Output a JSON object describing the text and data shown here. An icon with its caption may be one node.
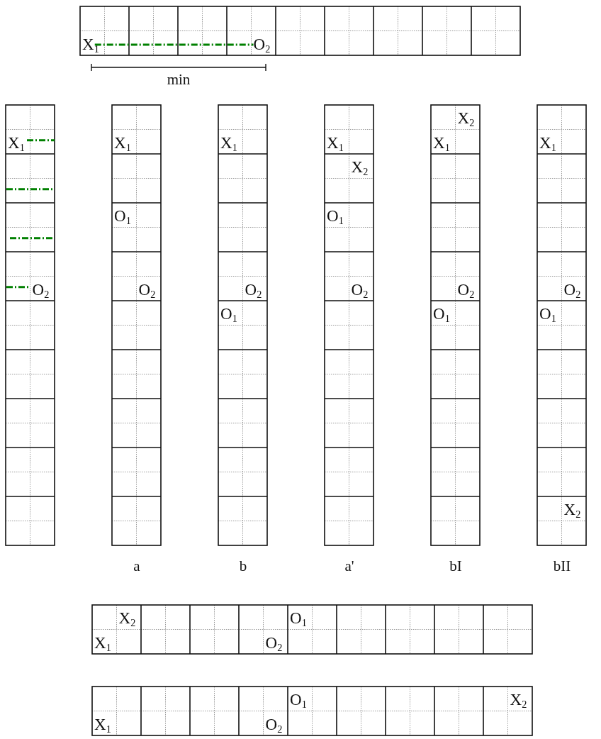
{
  "diagram": {
    "nodes": [
      {
        "text": [
          "X$_{1}$"
        ]
      },
      {
        "text": [
          "O$_{2}$"
        ]
      }
    ],
    "edges": [
      {
        "from": 0,
        "to": 1,
        "arrow": "none",
        "style": "dashed",
        "color": "#008000"
      }
    ],
    "labels": [
      "min",
      "X$_{1}$",
      "O$_{2}$",
      "X$_{1}$",
      "O$_{1}$",
      "O$_{2}$",
      "X$_{1}$",
      "O$_{2}$",
      "O$_{1}$",
      "X$_{1}$",
      "X$_{2}$",
      "O$_{1}$",
      "O$_{2}$",
      "X$_{2}$",
      "X$_{1}$",
      "O$_{2}$",
      "O$_{1}$",
      "X$_{1}$",
      "O$_{2}$",
      "O$_{1}$",
      "X$_{2}$",
      "a",
      "b",
      "a'",
      "bI",
      "bII",
      "X$_{2}$",
      "O$_{1}$",
      "X$_{1}$",
      "O$_{2}$",
      "O$_{1}$",
      "X$_{2}$",
      "X$_{1}$",
      "O$_{2}$"
    ]
  }
}
